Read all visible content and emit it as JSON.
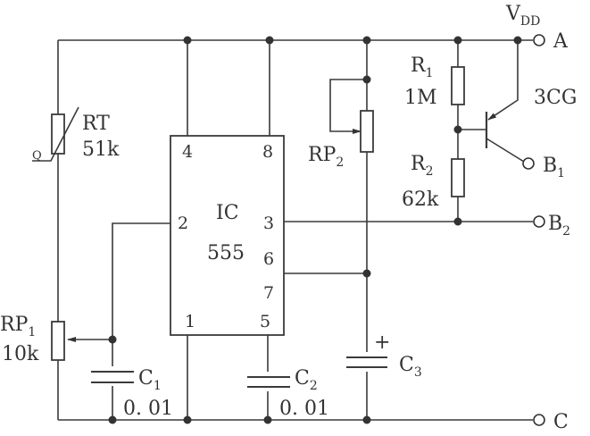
{
  "title": "555 temperature-controlled oscillator circuit",
  "labels": {
    "vdd": "V",
    "vdd_sub": "DD",
    "terminal_a": "A",
    "terminal_b1": "B",
    "terminal_b1_sub": "1",
    "terminal_b2": "B",
    "terminal_b2_sub": "2",
    "terminal_c": "C",
    "transistor": "3CG",
    "r1": "R",
    "r1_sub": "1",
    "r1_value": "1M",
    "r2": "R",
    "r2_sub": "2",
    "r2_value": "62k",
    "rp2": "RP",
    "rp2_sub": "2",
    "rt": "RT",
    "rt_value": "51k",
    "rt_q": "Q",
    "rp1": "RP",
    "rp1_sub": "1",
    "rp1_value": "10k",
    "c1": "C",
    "c1_sub": "1",
    "c1_value": "0. 01",
    "c2": "C",
    "c2_sub": "2",
    "c2_value": "0. 01",
    "c3": "C",
    "c3_sub": "3",
    "c3_plus": "+",
    "ic": "IC",
    "ic_type": "555"
  },
  "pins": {
    "p4": "4",
    "p8": "8",
    "p2": "2",
    "p3": "3",
    "p6": "6",
    "p7": "7",
    "p1": "1",
    "p5": "5"
  }
}
